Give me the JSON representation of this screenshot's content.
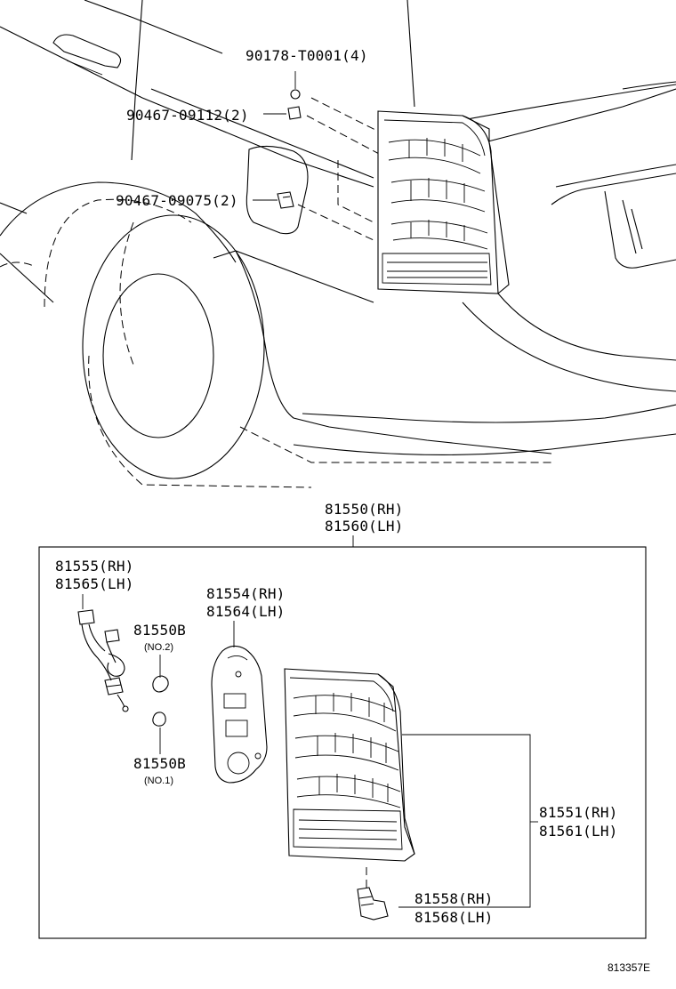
{
  "labels": {
    "nut": "90178-T0001(4)",
    "clip_a": "90467-09112(2)",
    "clip_b": "90467-09075(2)",
    "assy_rh": "81550(RH)",
    "assy_lh": "81560(LH)",
    "socket_rh": "81555(RH)",
    "socket_lh": "81565(LH)",
    "bulb_no2": "81550B",
    "bulb_no2_note": "(NO.2)",
    "bulb_no1": "81550B",
    "bulb_no1_note": "(NO.1)",
    "gasket_rh": "81554(RH)",
    "gasket_lh": "81564(LH)",
    "lens_rh": "81551(RH)",
    "lens_lh": "81561(LH)",
    "clip_part_rh": "81558(RH)",
    "clip_part_lh": "81568(LH)"
  },
  "footer": {
    "diagram_code": "813357E"
  }
}
